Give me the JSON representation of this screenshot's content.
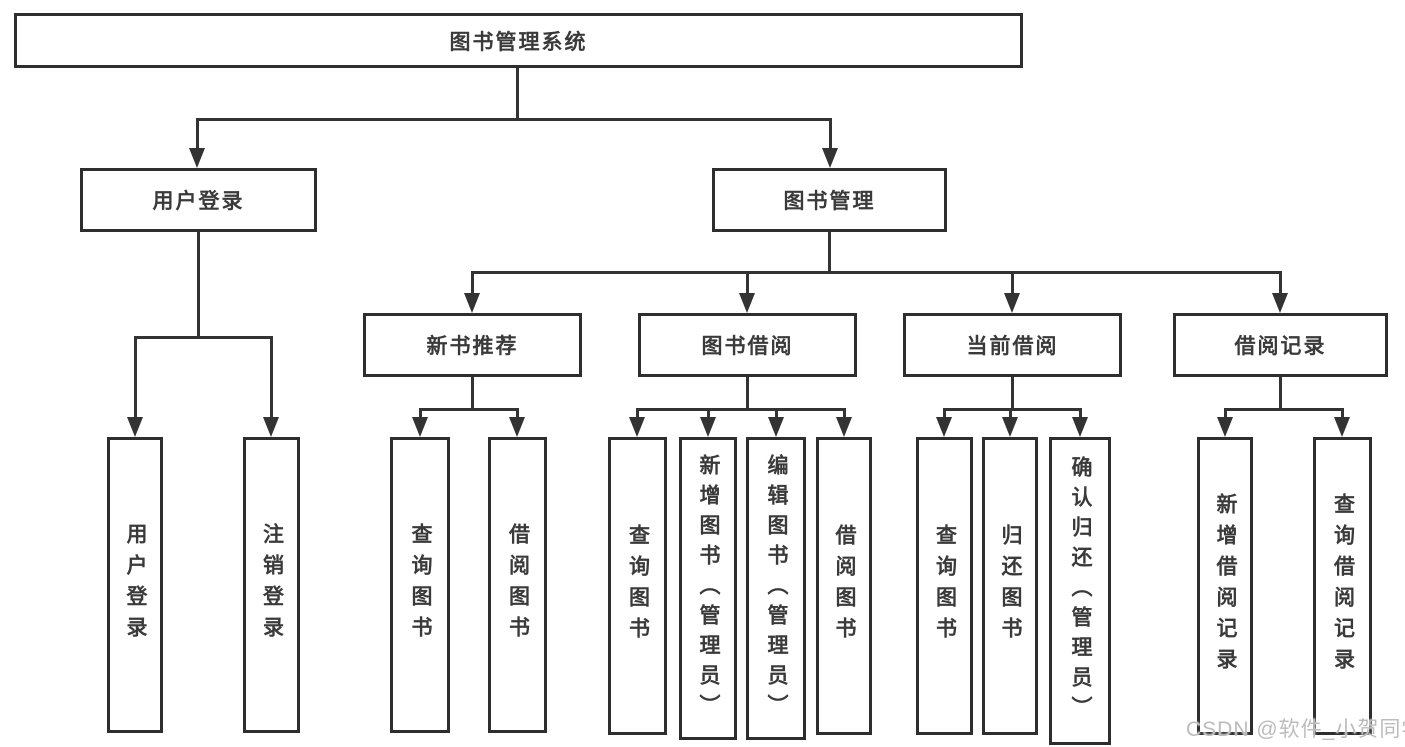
{
  "diagram": {
    "type": "tree",
    "tree": {
      "label": "图书管理系统",
      "children": [
        {
          "label": "用户登录",
          "children": [
            {
              "label": "用户登录"
            },
            {
              "label": "注销登录"
            }
          ]
        },
        {
          "label": "图书管理",
          "children": [
            {
              "label": "新书推荐",
              "children": [
                {
                  "label": "查询图书"
                },
                {
                  "label": "借阅图书"
                }
              ]
            },
            {
              "label": "图书借阅",
              "children": [
                {
                  "label": "查询图书"
                },
                {
                  "label": "新增图书（管理员）"
                },
                {
                  "label": "编辑图书（管理员）"
                },
                {
                  "label": "借阅图书"
                }
              ]
            },
            {
              "label": "当前借阅",
              "children": [
                {
                  "label": "查询图书"
                },
                {
                  "label": "归还图书"
                },
                {
                  "label": "确认归还（管理员）"
                }
              ]
            },
            {
              "label": "借阅记录",
              "children": [
                {
                  "label": "新增借阅记录"
                },
                {
                  "label": "查询借阅记录"
                }
              ]
            }
          ]
        }
      ]
    },
    "colors": {
      "line": "#333333",
      "box_border": "#2e2e2e",
      "box_background": "#ffffff",
      "text": "#3a3a3a",
      "watermark": "#bcbcbc"
    }
  },
  "watermark": {
    "text": "CSDN @软件_小贺同学"
  }
}
